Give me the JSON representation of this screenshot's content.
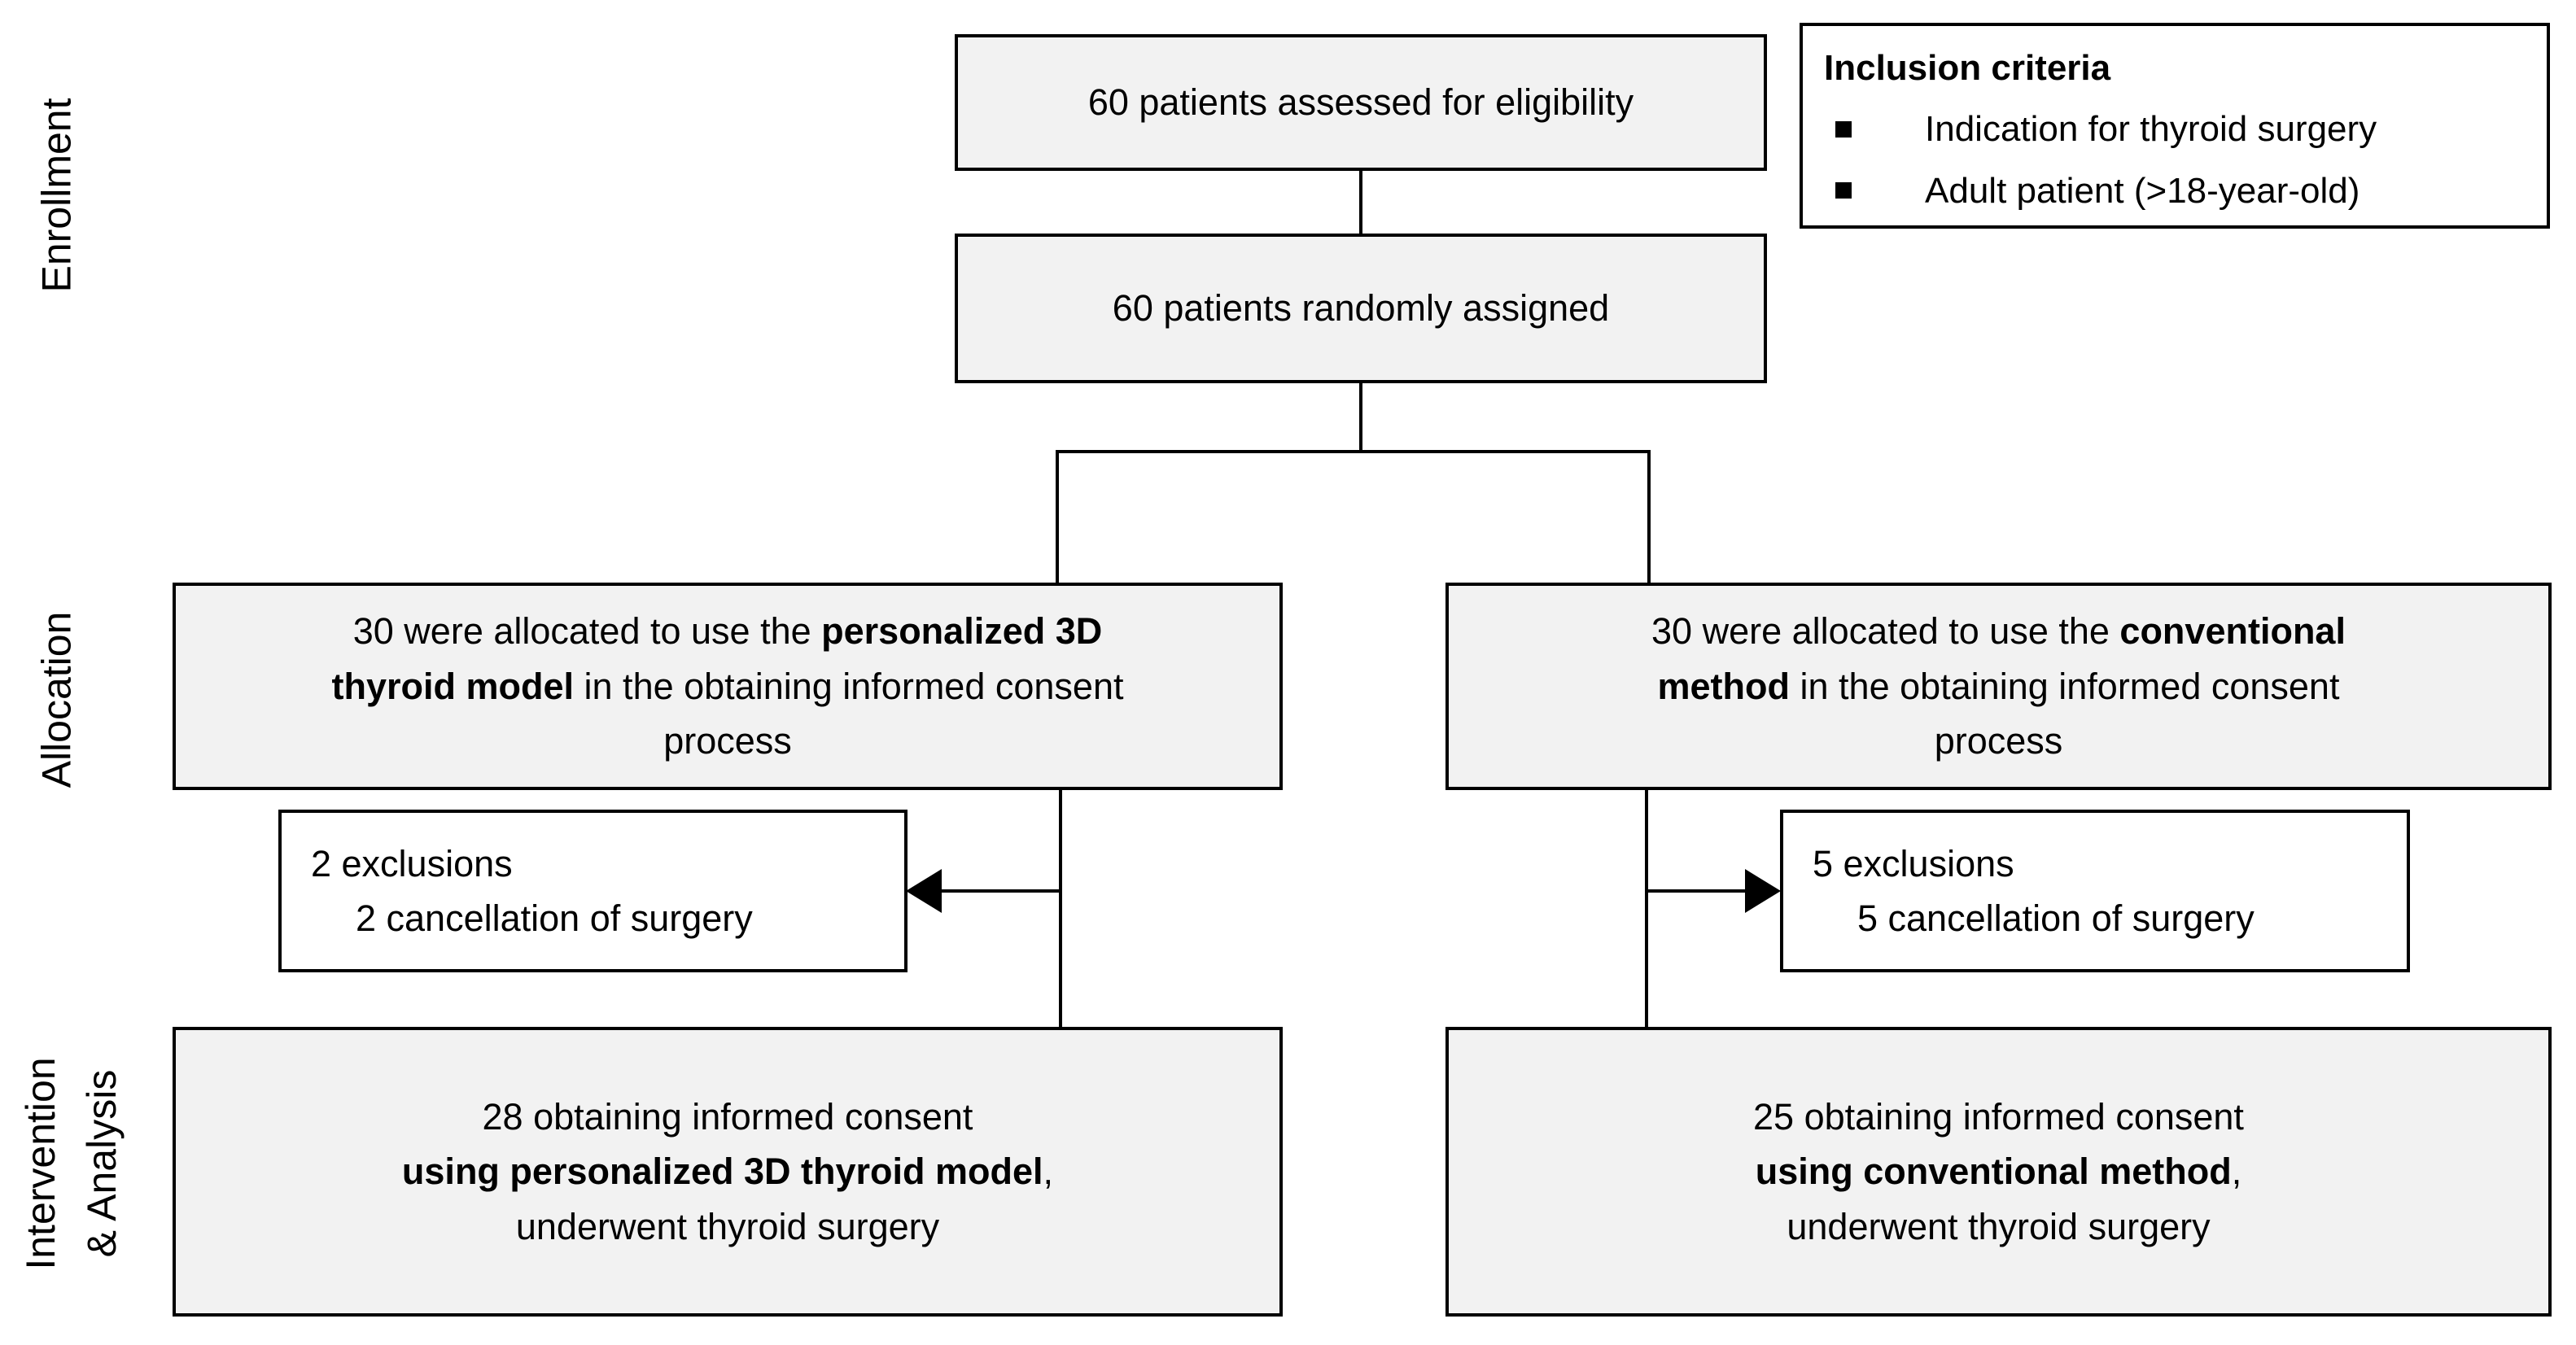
{
  "stages": {
    "enrollment": "Enrollment",
    "allocation": "Allocation",
    "intervention_line1": "Intervention",
    "intervention_line2": "& Analysis"
  },
  "boxes": {
    "assessed": {
      "text": "60 patients assessed for eligibility"
    },
    "inclusion": {
      "title": "Inclusion criteria",
      "bullets": [
        "Indication for thyroid surgery",
        "Adult patient (>18-year-old)"
      ]
    },
    "randomized": {
      "text": "60 patients randomly assigned"
    },
    "alloc_left": {
      "lines": [
        {
          "pre": "30 were allocated to use the ",
          "bold": "personalized 3D"
        },
        {
          "bold": "thyroid model",
          "post": " in the obtaining informed consent"
        },
        {
          "post": "process"
        }
      ]
    },
    "alloc_right": {
      "lines": [
        {
          "pre": "30 were allocated to use the ",
          "bold": "conventional"
        },
        {
          "bold": "method",
          "post": " in the obtaining informed consent"
        },
        {
          "post": "process"
        }
      ]
    },
    "excl_left": {
      "line1": "2 exclusions",
      "line2": "2 cancellation of surgery"
    },
    "excl_right": {
      "line1": "5 exclusions",
      "line2": "5 cancellation of surgery"
    },
    "final_left": {
      "line1": "28 obtaining informed consent",
      "line2_bold": "using personalized 3D thyroid model",
      "line2_tail": ",",
      "line3": "underwent thyroid surgery"
    },
    "final_right": {
      "line1": "25 obtaining informed consent",
      "line2_bold": "using conventional method",
      "line2_tail": ",",
      "line3": "underwent thyroid surgery"
    }
  },
  "colors": {
    "box_fill": "#f2f2f2",
    "box_border": "#000000",
    "white_fill": "#ffffff",
    "text": "#000000",
    "background": "#ffffff"
  }
}
